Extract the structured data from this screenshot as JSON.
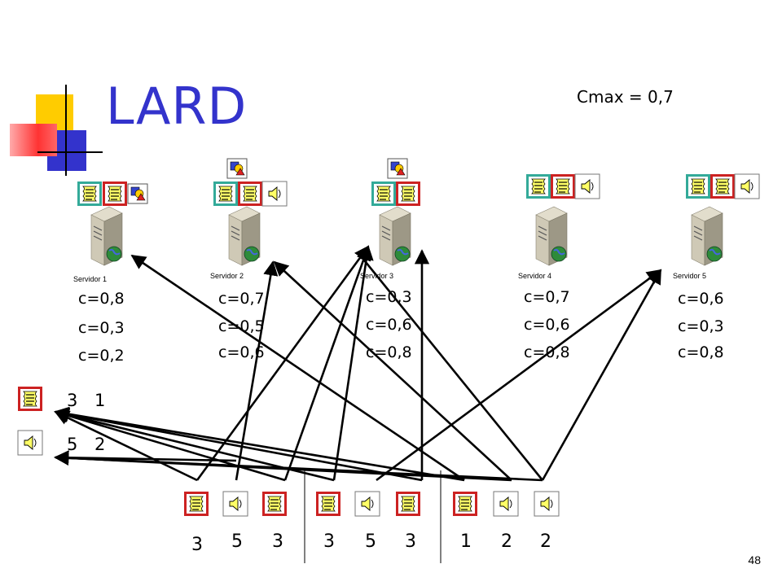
{
  "slide": {
    "title": "LARD",
    "cmax": "Cmax = 0,7",
    "page_number": "48"
  },
  "servers": [
    {
      "label": "Servidor 1",
      "c": [
        "c=0,8",
        "c=0,3",
        "c=0,2"
      ]
    },
    {
      "label": "Servidor 2",
      "c": [
        "c=0,7",
        "c=0,5",
        "c=0,6"
      ]
    },
    {
      "label": "Servidor 3",
      "c": [
        "c=0,3",
        "c=0,6",
        "c=0,8"
      ]
    },
    {
      "label": "Servidor 4",
      "c": [
        "c=0,7",
        "c=0,6",
        "c=0,8"
      ]
    },
    {
      "label": "Servidor 5",
      "c": [
        "c=0,6",
        "c=0,3",
        "c=0,8"
      ]
    }
  ],
  "legend": {
    "doc_numbers": [
      "3",
      "1"
    ],
    "audio_numbers": [
      "5",
      "2"
    ]
  },
  "queue": {
    "numbers": [
      "3",
      "5",
      "3",
      "3",
      "5",
      "3",
      "1",
      "2",
      "2"
    ]
  },
  "colors": {
    "title": "#3333cc",
    "line": "#000000",
    "doc_fill": "#ffff66",
    "doc_border_red": "#cc2222",
    "doc_border_teal": "#33aa99"
  }
}
